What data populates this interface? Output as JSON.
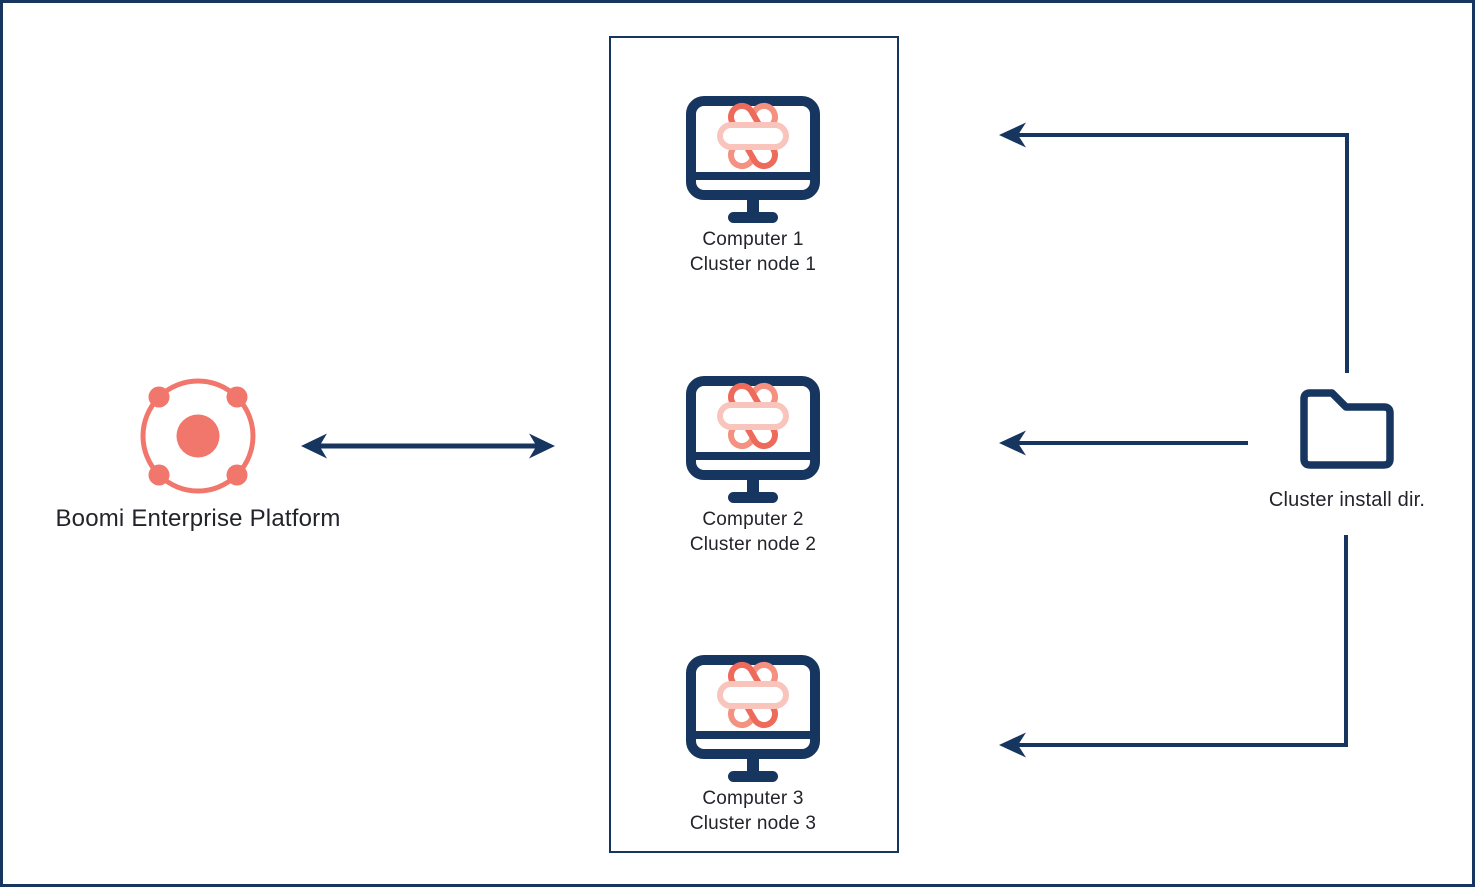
{
  "colors": {
    "navy": "#17365F",
    "coral": "#F1766B",
    "coral_dark": "#EE6A5B",
    "coral_mid": "#F49181",
    "coral_light": "#F9C4BB",
    "text": "#23242B",
    "background": "#FFFFFF"
  },
  "platform": {
    "label": "Boomi Enterprise Platform",
    "icon": "boomi-atom-icon"
  },
  "cluster_nodes": [
    {
      "title": "Computer 1",
      "subtitle": "Cluster node 1",
      "icon": "computer-monitor-icon",
      "screen_icon": "boomi-asterisk-icon"
    },
    {
      "title": "Computer 2",
      "subtitle": "Cluster node 2",
      "icon": "computer-monitor-icon",
      "screen_icon": "boomi-asterisk-icon"
    },
    {
      "title": "Computer 3",
      "subtitle": "Cluster node 3",
      "icon": "computer-monitor-icon",
      "screen_icon": "boomi-asterisk-icon"
    }
  ],
  "install_dir": {
    "label": "Cluster install dir.",
    "icon": "folder-icon"
  },
  "connections": [
    "double-arrow-platform-to-cluster",
    "elbow-arrow-install-dir-to-node-1",
    "straight-arrow-install-dir-to-node-2",
    "elbow-arrow-install-dir-to-node-3"
  ]
}
